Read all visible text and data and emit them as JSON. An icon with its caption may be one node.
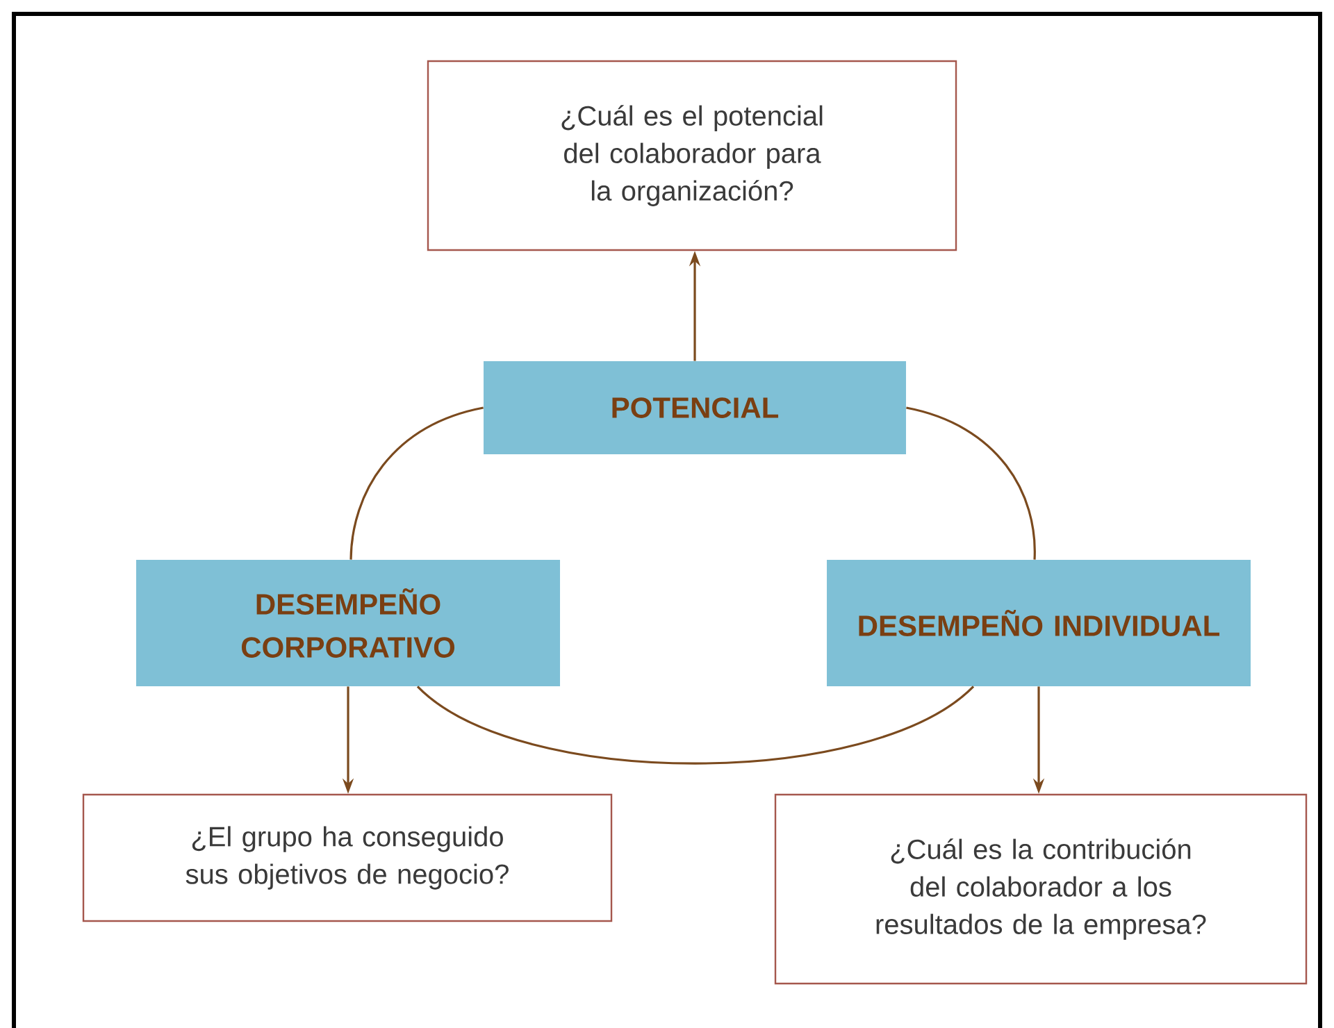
{
  "diagram": {
    "nodes": [
      {
        "text": [
          "¿Cuál es el potencial del colaborador para la organización?"
        ]
      },
      {
        "text": [
          "POTENCIAL"
        ]
      },
      {
        "text": [
          "DESEMPEÑO CORPORATIVO"
        ]
      },
      {
        "text": [
          "DESEMPEÑO INDIVIDUAL"
        ]
      },
      {
        "text": [
          "¿El grupo ha conseguido sus objetivos de negocio?"
        ]
      },
      {
        "text": [
          "¿Cuál es la contribución del colaborador a los resultados de la empresa?"
        ]
      }
    ],
    "edges": [
      {
        "from": 1,
        "to": 0,
        "arrow": "to"
      },
      {
        "from": 2,
        "to": 4,
        "arrow": "to"
      },
      {
        "from": 3,
        "to": 5,
        "arrow": "to"
      },
      {
        "from": 1,
        "to": 2,
        "arrow": "none"
      },
      {
        "from": 1,
        "to": 3,
        "arrow": "none"
      },
      {
        "from": 2,
        "to": 3,
        "arrow": "none"
      }
    ]
  }
}
